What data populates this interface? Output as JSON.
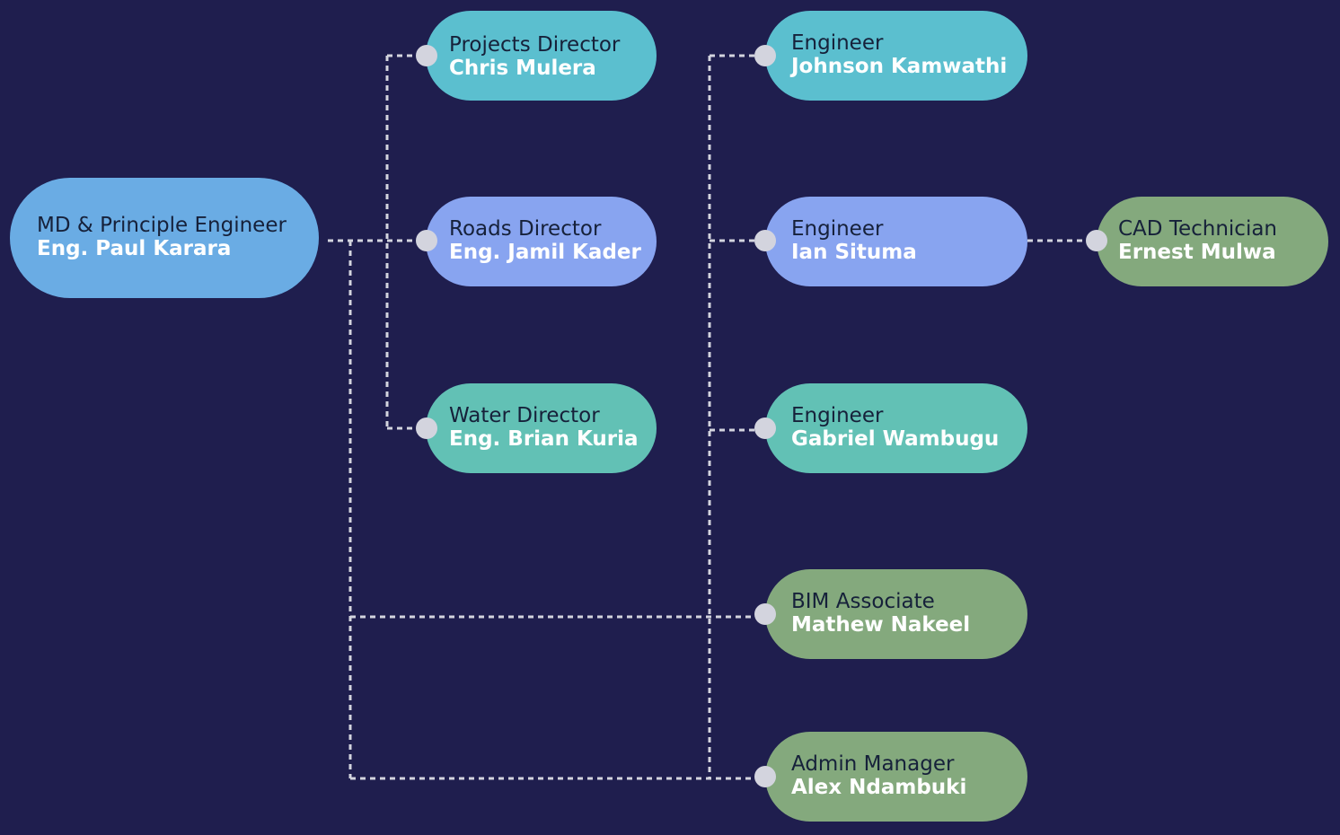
{
  "colors": {
    "background": "#1f1e4e",
    "connector": "#d3d4de",
    "node_light_blue": "#6aace4",
    "node_cyan": "#5bbfcf",
    "node_periwinkle": "#88a4f0",
    "node_teal": "#62c1b5",
    "node_green": "#84a97d"
  },
  "nodes": {
    "md": {
      "role": "MD & Principle Engineer",
      "name": "Eng. Paul Karara"
    },
    "projects": {
      "role": "Projects Director",
      "name": "Chris Mulera"
    },
    "roads": {
      "role": "Roads Director",
      "name": "Eng. Jamil Kader"
    },
    "water": {
      "role": "Water Director",
      "name": "Eng. Brian Kuria"
    },
    "eng1": {
      "role": "Engineer",
      "name": "Johnson Kamwathi"
    },
    "eng2": {
      "role": "Engineer",
      "name": "Ian Situma"
    },
    "eng3": {
      "role": "Engineer",
      "name": "Gabriel Wambugu"
    },
    "cad": {
      "role": "CAD Technician",
      "name": "Ernest Mulwa"
    },
    "bim": {
      "role": "BIM Associate",
      "name": "Mathew Nakeel"
    },
    "admin": {
      "role": "Admin Manager",
      "name": "Alex Ndambuki"
    }
  }
}
